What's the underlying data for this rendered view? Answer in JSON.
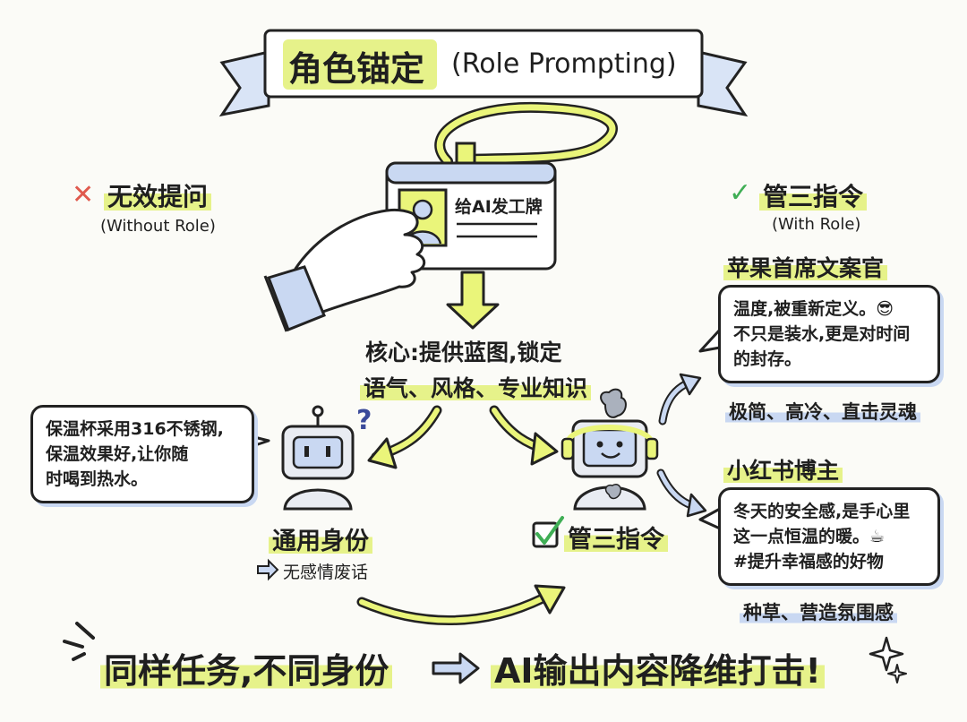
{
  "title": {
    "main": "角色锚定",
    "sub": "(Role Prompting)"
  },
  "left": {
    "mark": "✕",
    "heading": "无效提问",
    "subheading": "(Without Role)",
    "bubble_lines": [
      "保温杯采用316不锈钢,",
      "保温效果好,让你随",
      "时喝到热水。"
    ],
    "robot_label": "通用身份",
    "robot_note": "无感情废话",
    "question_mark": "?"
  },
  "center": {
    "badge_text": "给AI发工牌",
    "core_line1": "核心:提供蓝图,锁定",
    "core_line2": "语气、风格、专业知识",
    "robot_label": "管三指令"
  },
  "right": {
    "mark": "✓",
    "heading": "管三指令",
    "subheading": "(With Role)",
    "role1": {
      "title": "苹果首席文案官",
      "lines": [
        "温度,被重新定义。😎",
        "不只是装水,更是对时间",
        "的封存。"
      ],
      "tag": "极简、高冷、直击灵魂"
    },
    "role2": {
      "title": "小红书博主",
      "lines": [
        "冬天的安全感,是手心里",
        "这一点恒温的暖。☕",
        "#提升幸福感的好物"
      ],
      "tag": "种草、营造氛围感"
    }
  },
  "footer": {
    "left": "同样任务,不同身份",
    "right": "AI输出内容降维打击!"
  },
  "colors": {
    "accent_yellow": "#e6f28a",
    "accent_blue": "#c9d8f2",
    "arrow_yellow": "#eaf57a",
    "cross_red": "#e05a4e",
    "check_green": "#3fae55"
  },
  "icons": [
    "cross-icon",
    "check-icon",
    "hand-icon",
    "badge-icon",
    "robot-icon",
    "apple-icon",
    "arrow-icon",
    "sparkle-icon",
    "checkbox-icon"
  ]
}
